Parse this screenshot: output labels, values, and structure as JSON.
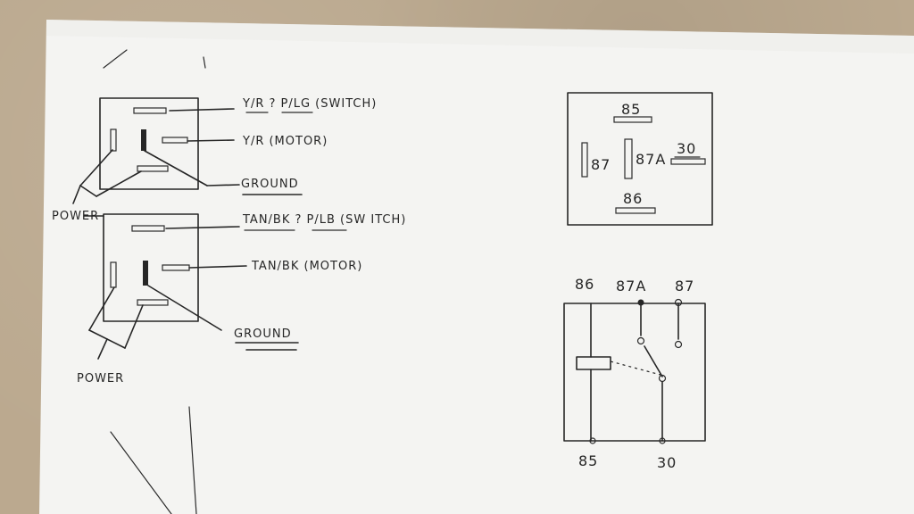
{
  "relay_top": {
    "switch_wire": "Y/R ? P/LG (SWITCH)",
    "motor_wire": "Y/R  (MOTOR)",
    "ground": "GROUND",
    "power": "POWER"
  },
  "relay_bottom": {
    "switch_wire": "TAN/BK ? P/LB (SW ITCH)",
    "motor_wire": "TAN/BK  (MOTOR)",
    "ground": "GROUND",
    "power": "POWER"
  },
  "pinout": {
    "pin_85": "85",
    "pin_87": "87",
    "pin_87a": "87A",
    "pin_30": "30",
    "pin_86": "86"
  },
  "schematic": {
    "top_86": "86",
    "top_87a": "87A",
    "top_87": "87",
    "bottom_85": "85",
    "bottom_30": "30"
  }
}
